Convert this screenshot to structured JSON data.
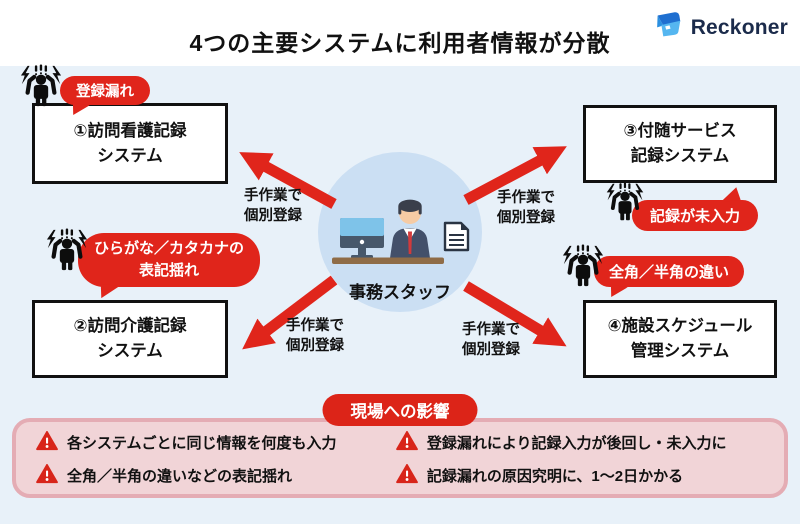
{
  "page": {
    "title": "4つの主要システムに利用者情報が分散",
    "bg_color": "#E8F1F9",
    "accent_red": "#E0251B"
  },
  "logo": {
    "name": "Reckoner"
  },
  "center": {
    "label": "事務スタッフ"
  },
  "systems": [
    {
      "line1": "①訪問看護記録",
      "line2": "システム"
    },
    {
      "line1": "②訪問介護記録",
      "line2": "システム"
    },
    {
      "line1": "③付随サービス",
      "line2": "記録システム"
    },
    {
      "line1": "④施設スケジュール",
      "line2": "管理システム"
    }
  ],
  "callouts": [
    {
      "text": "登録漏れ"
    },
    {
      "line1": "ひらがな／カタカナの",
      "line2": "表記揺れ"
    },
    {
      "text": "記録が未入力"
    },
    {
      "text": "全角／半角の違い"
    }
  ],
  "arrow_labels": [
    {
      "line1": "手作業で",
      "line2": "個別登録"
    },
    {
      "line1": "手作業で",
      "line2": "個別登録"
    },
    {
      "line1": "手作業で",
      "line2": "個別登録"
    },
    {
      "line1": "手作業で",
      "line2": "個別登録"
    }
  ],
  "impact": {
    "title": "現場への影響",
    "items_left": [
      "各システムごとに同じ情報を何度も入力",
      "全角／半角の違いなどの表記揺れ"
    ],
    "items_right": [
      "登録漏れにより記録入力が後回し・未入力に",
      "記録漏れの原因究明に、1〜2日かかる"
    ]
  }
}
